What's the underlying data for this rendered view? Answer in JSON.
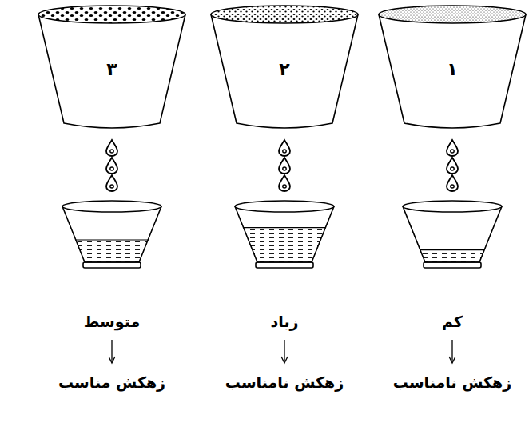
{
  "diagram": {
    "nodes": [
      {
        "text": [
          "۱"
        ]
      },
      {
        "text": [
          "۲"
        ]
      },
      {
        "text": [
          "۳"
        ]
      }
    ],
    "labels": [
      "کم",
      "زهکش نامناسب",
      "زیاد",
      "زهکش نامناسب",
      "متوسط",
      "زهکش مناسب"
    ]
  }
}
